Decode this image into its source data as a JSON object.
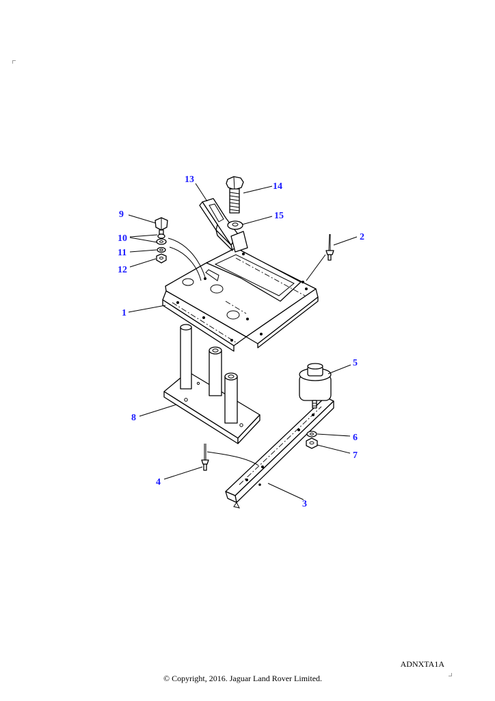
{
  "diagram": {
    "code": "ADNXTA1A",
    "copyright": "© Copyright, 2016. Jaguar Land Rover Limited.",
    "callouts": [
      "1",
      "2",
      "3",
      "4",
      "5",
      "6",
      "7",
      "8",
      "9",
      "10",
      "11",
      "12",
      "13",
      "14",
      "15"
    ],
    "label_color": "#1a1aff",
    "line_color": "#000000"
  }
}
